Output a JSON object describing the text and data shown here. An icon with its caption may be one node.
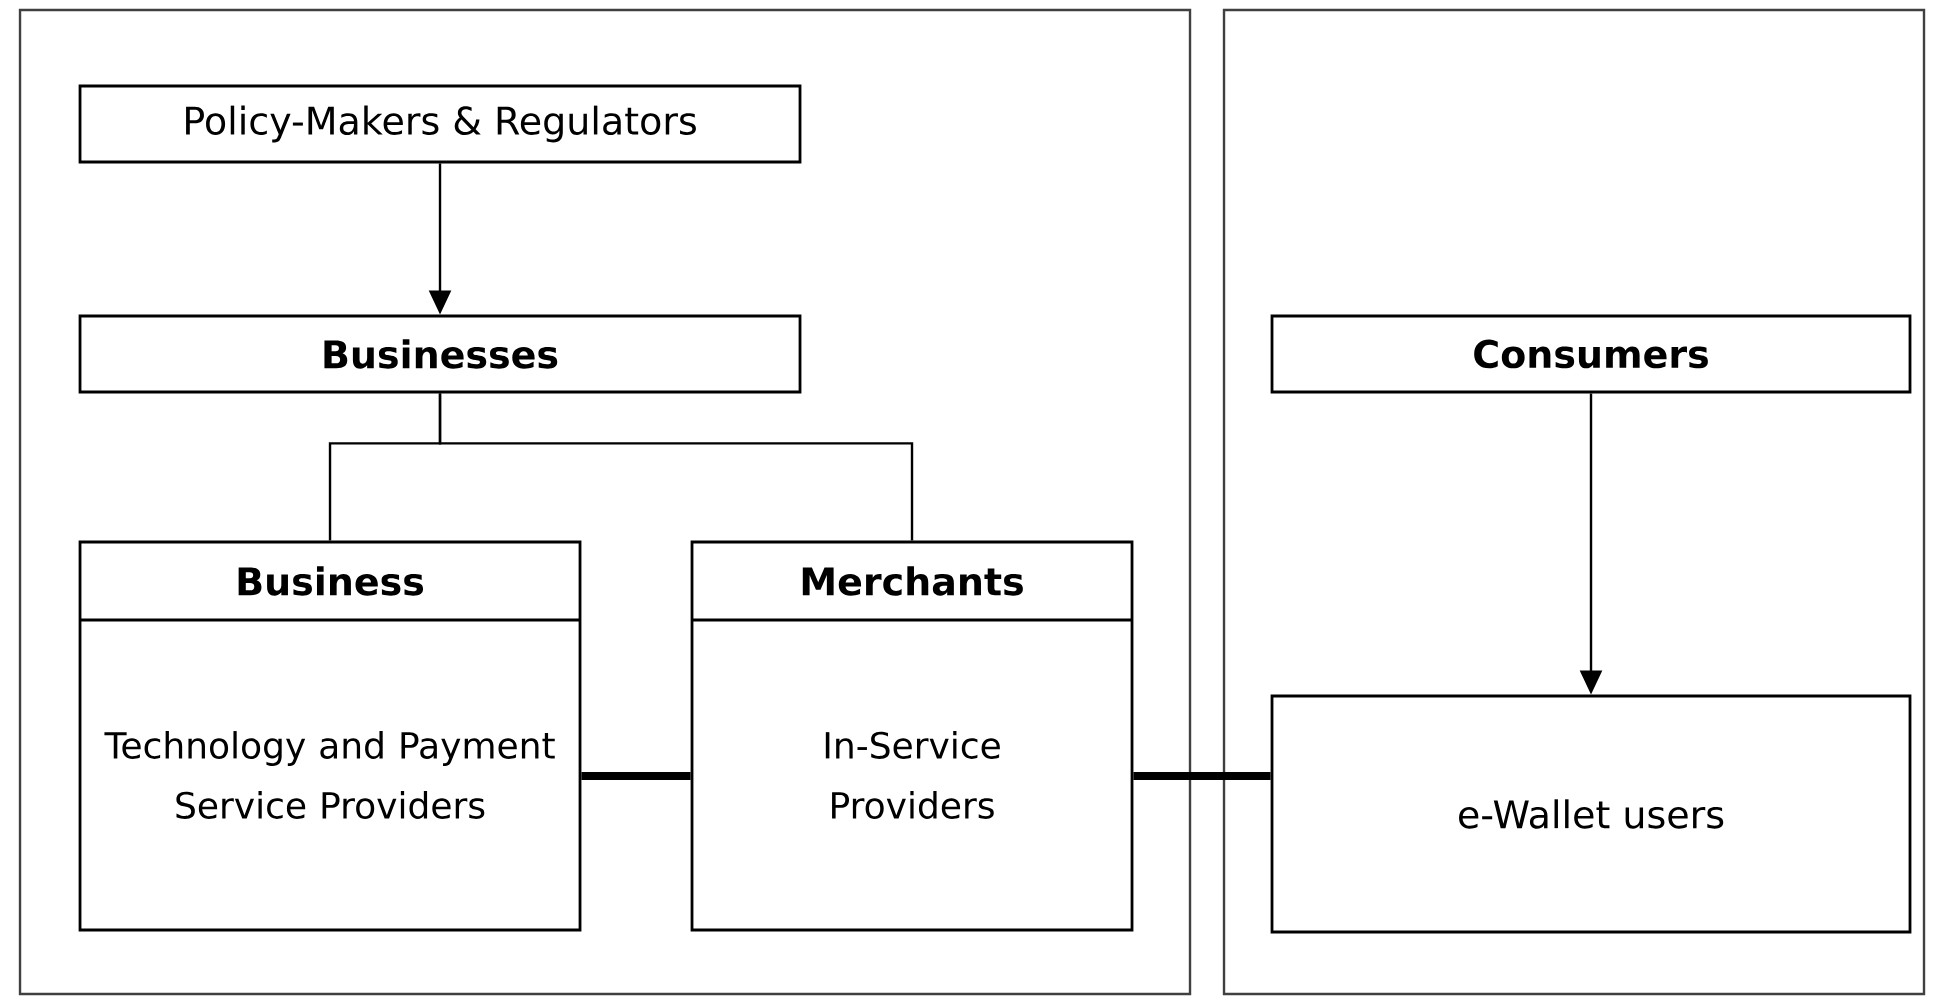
{
  "diagram": {
    "nodes": [
      {
        "text": [],
        "shape": "box"
      },
      {
        "text": [],
        "shape": "box"
      },
      {
        "text": [
          "Policy-Makers & Regulators"
        ],
        "in": 0
      },
      {
        "text": [
          "Businesses"
        ],
        "in": 0
      },
      {
        "text": [
          "Business",
          "Technology and Payment Service Providers"
        ],
        "in": 0
      },
      {
        "text": [
          "Merchants",
          "In-Service Providers"
        ],
        "in": 0
      },
      {
        "text": [
          "Consumers"
        ],
        "in": 1
      },
      {
        "text": [
          "e-Wallet users"
        ],
        "in": 1
      }
    ],
    "edges": [
      {
        "from": 2,
        "to": 3,
        "arrow": "to"
      },
      {
        "from": 3,
        "to": 4,
        "arrow": "none"
      },
      {
        "from": 3,
        "to": 5,
        "arrow": "none"
      },
      {
        "from": 4,
        "to": 5,
        "arrow": "none",
        "style": "thick"
      },
      {
        "from": 5,
        "to": 7,
        "arrow": "none",
        "style": "thick"
      },
      {
        "from": 6,
        "to": 7,
        "arrow": "to"
      }
    ]
  }
}
